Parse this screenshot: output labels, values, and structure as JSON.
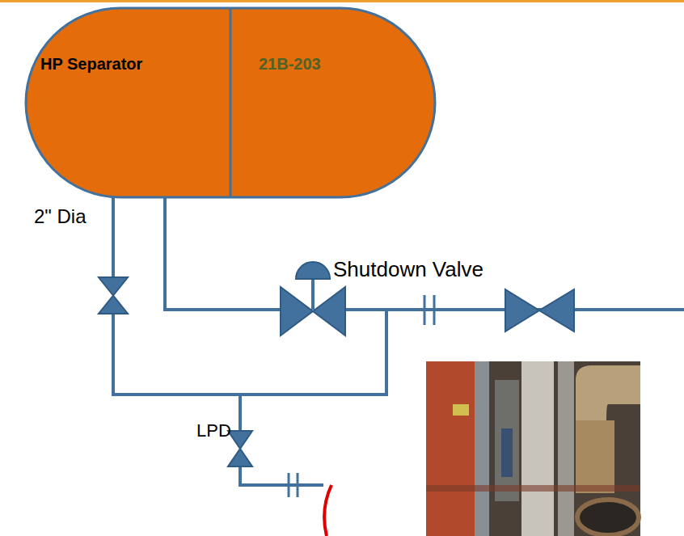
{
  "diagram": {
    "nodes": [
      {
        "text": [
          "HP Separator",
          "21B-203"
        ]
      }
    ],
    "labels": [
      "2\" Dia",
      "Shutdown Valve",
      "LPD"
    ]
  }
}
